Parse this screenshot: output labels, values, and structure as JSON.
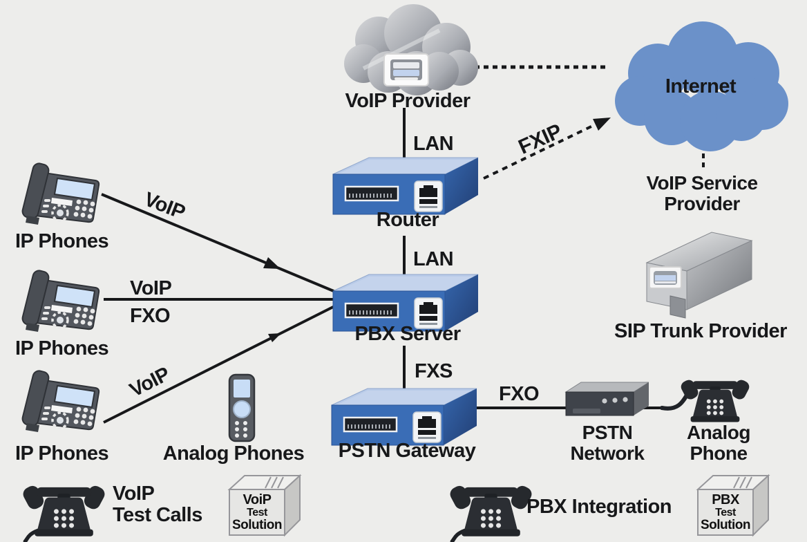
{
  "title": "VoIP PBX telephony network diagram",
  "colors": {
    "background": "#ededeb",
    "line": "#17181a",
    "text": "#17181a",
    "internet_cloud": "#6b91c9",
    "provider_cloud_dark": "#797d85",
    "device_front_blue": "#3a6db6",
    "device_top_blue": "#b9cbe8",
    "device_side_blue": "#2a5496"
  },
  "nodes": {
    "voip_provider": {
      "label": "VoIP Provider"
    },
    "internet": {
      "label": "Internet"
    },
    "voip_service_provider": {
      "line1": "VoIP Service",
      "line2": "Provider"
    },
    "router": {
      "label": "Router"
    },
    "pbx_server": {
      "label": "PBX Server"
    },
    "pstn_gateway": {
      "label": "PSTN Gateway"
    },
    "sip_trunk_provider": {
      "label": "SIP Trunk Provider"
    },
    "pstn_network": {
      "line1": "PSTN",
      "line2": "Network"
    },
    "analog_phone": {
      "line1": "Analog",
      "line2": "Phone"
    },
    "ip_phones_top": {
      "label": "IP Phones"
    },
    "ip_phones_middle": {
      "label": "IP Phones"
    },
    "ip_phones_bottom": {
      "label": "IP Phones"
    },
    "analog_phones": {
      "label": "Analog Phones"
    },
    "voip_test_calls": {
      "line1": "VoIP",
      "line2": "Test Calls"
    },
    "voip_test_solution": {
      "line1": "VoiP",
      "line2": "Test",
      "line3": "Solution"
    },
    "pbx_integration": {
      "label": "PBX Integration"
    },
    "pbx_test_solution": {
      "line1": "PBX",
      "line2": "Test",
      "line3": "Solution"
    }
  },
  "edges": {
    "voip_provider_router": {
      "label": "LAN"
    },
    "router_pbx": {
      "label": "LAN"
    },
    "pbx_gateway": {
      "label": "FXS"
    },
    "gateway_pstn": {
      "label": "FXO"
    },
    "router_internet": {
      "label": "FXIP"
    },
    "ip1_pbx": {
      "label": "VoIP"
    },
    "ip2_pbx_voip": {
      "label": "VoIP"
    },
    "ip2_pbx_fxo": {
      "label": "FXO"
    },
    "ip3_pbx": {
      "label": "VoIP"
    }
  }
}
